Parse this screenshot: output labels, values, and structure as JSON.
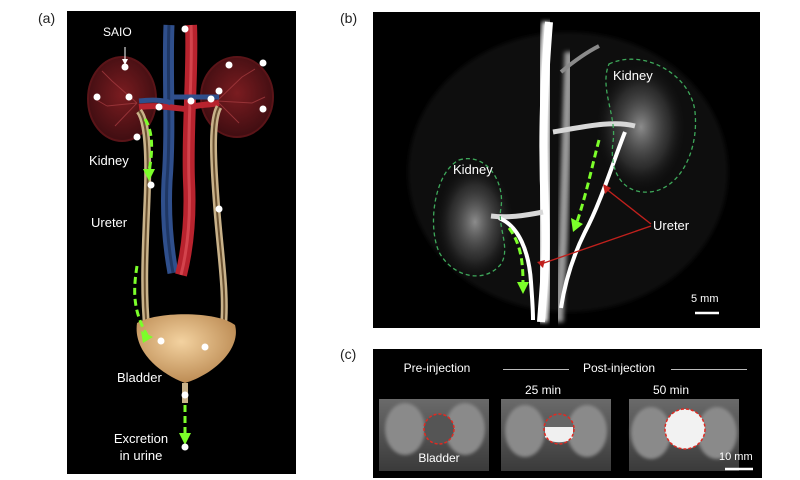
{
  "panels": {
    "a": {
      "letter": "(a)"
    },
    "b": {
      "letter": "(b)"
    },
    "c": {
      "letter": "(c)"
    }
  },
  "panel_a": {
    "saio_label": "SAIO",
    "kidney_label": "Kidney",
    "ureter_label": "Ureter",
    "bladder_label": "Bladder",
    "excretion_line1": "Excretion",
    "excretion_line2": "in urine"
  },
  "panel_b": {
    "kidney_right_label": "Kidney",
    "kidney_left_label": "Kidney",
    "ureter_label": "Ureter",
    "scale_label": "5 mm"
  },
  "panel_c": {
    "pre_label": "Pre-injection",
    "post_label": "Post-injection",
    "time1_label": "25 min",
    "time2_label": "50 min",
    "bladder_label": "Bladder",
    "scale_label": "10 mm"
  },
  "colors": {
    "flow_arrow": "#7cff2a",
    "dashed_outline": "#3ea85a",
    "ureter_pointer": "#c0201c",
    "bladder_roi": "#e02a22"
  }
}
